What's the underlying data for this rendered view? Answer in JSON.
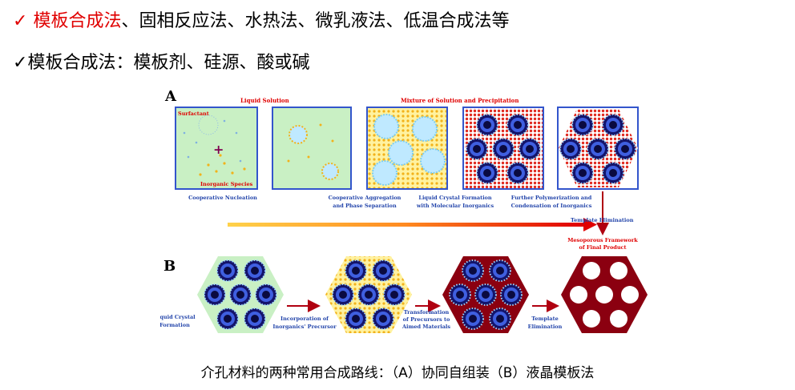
{
  "bullets": [
    {
      "check": "✓",
      "lead": "模板合成法",
      "rest": "、固相反应法、水热法、微乳液法、低温合成法等"
    },
    {
      "check": "✓",
      "lead": "",
      "rest": "模板合成法：模板剂、硅源、酸或碱"
    }
  ],
  "figure": {
    "panel_a_letter": "A",
    "panel_b_letter": "B",
    "liquid_solution": "Liquid Solution",
    "mixture": "Mixture of Solution and Precipitation",
    "surfactant": "Surfactant",
    "inorganic_species": "Inorganic Species",
    "steps_a": [
      [
        "Cooperative Nucleation"
      ],
      [
        "Cooperative Aggregation",
        "and Phase Separation"
      ],
      [
        "Liquid Crystal Formation",
        "with Molecular Inorganics"
      ],
      [
        "Further Polymerization and",
        "Condensation of Inorganics"
      ]
    ],
    "template_elimination_a": "Template    Elimination",
    "mesoporous": [
      "Mesoporous Framework",
      "of Final Product"
    ],
    "steps_b": {
      "liquid_crystal": [
        "Liquid Crystal",
        "Formation"
      ],
      "incorporation": [
        "Incorporation of",
        "Inorganics' Precursor"
      ],
      "transformation": [
        "Transformation",
        "of Precursors to",
        "Aimed Materials"
      ],
      "template": [
        "Template",
        "Elimination"
      ]
    }
  },
  "caption": "介孔材料的两种常用合成路线：（A）协同自组装（B）液晶模板法",
  "colors": {
    "accent_red": "#e00000",
    "panel_border": "#3355cc",
    "panel_fill": "#c9f0c4",
    "label_blue": "#2244aa",
    "dark_red": "#8b0010"
  }
}
